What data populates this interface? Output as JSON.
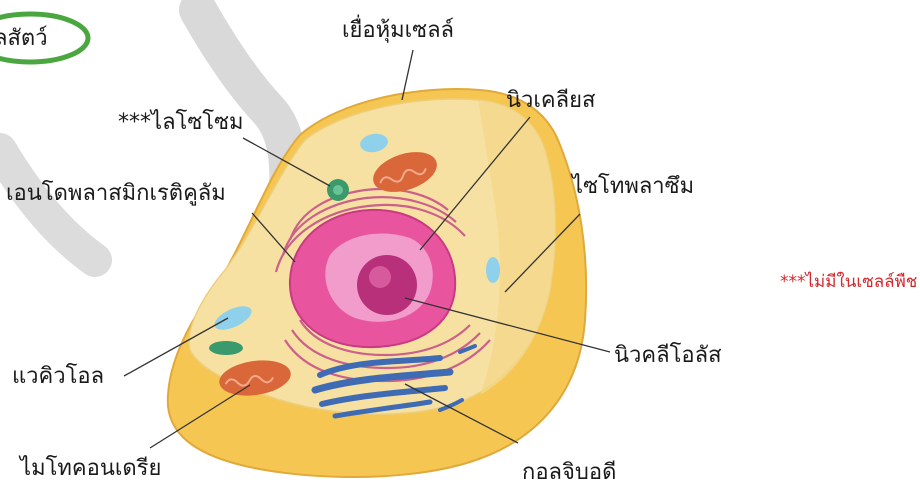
{
  "title_fragment": "ลสัตว์",
  "labels": {
    "cell_membrane": "เยื่อหุ้มเซลล์",
    "nucleus": "นิวเคลียส",
    "lysosome": "***ไลโซโซม",
    "er": "เอนโดพลาสมิกเรติคูลัม",
    "cytoplasm": "ไซโทพลาซึม",
    "vacuole": "แวคิวโอล",
    "nucleolus": "นิวคลีโอลัส",
    "mitochondria": "ไมโทคอนเดรีย",
    "golgi": "กอลจิบอดี"
  },
  "note": "***ไม่มีในเซลล์พืช",
  "colors": {
    "outer_membrane": "#f6c653",
    "cytoplasm": "#f7e1a2",
    "nucleus": "#e8559e",
    "nucleolus": "#b8307a",
    "mitochondria": "#d9673a",
    "golgi": "#3f6bb5",
    "vacuole": "#8fd0ea",
    "lysosome": "#3b9a6c",
    "title_ring": "#4aa63f",
    "note_text": "#d4262b"
  }
}
